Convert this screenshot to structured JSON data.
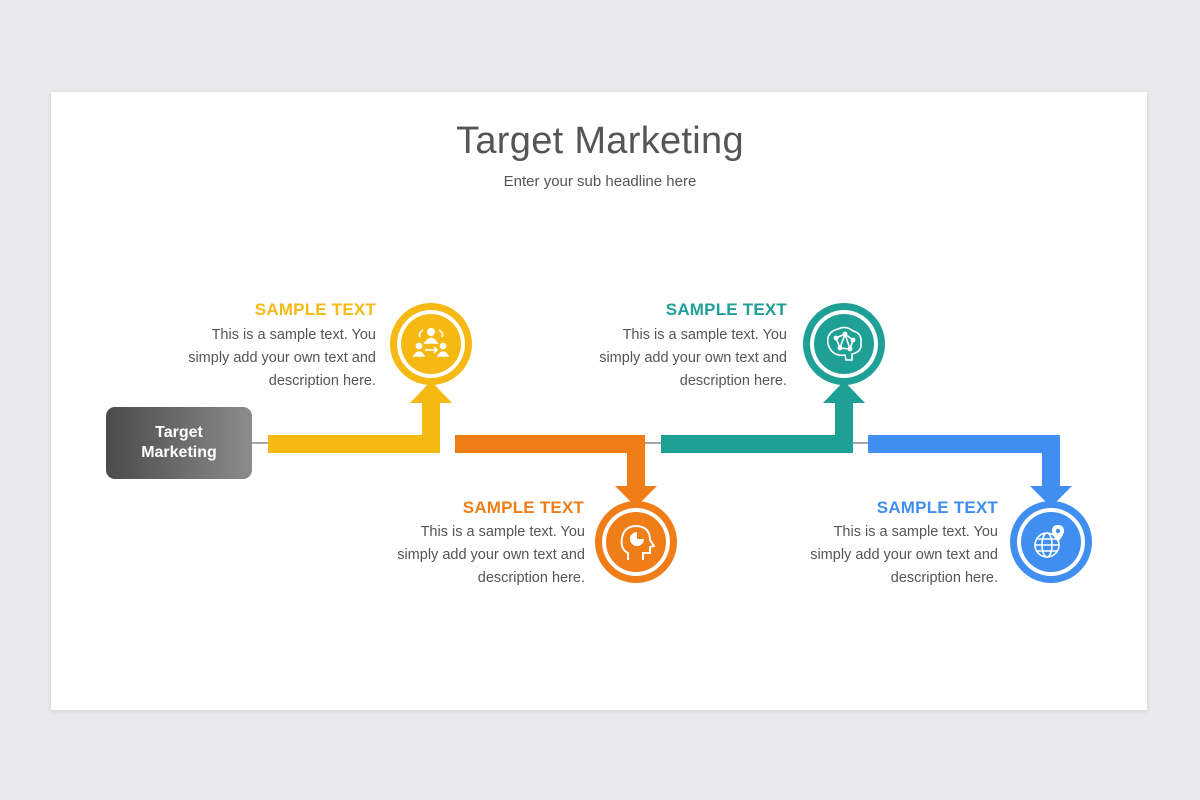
{
  "title": "Target Marketing",
  "subtitle": "Enter your sub headline here",
  "start_label": "Target Marketing",
  "steps": [
    {
      "heading": "SAMPLE TEXT",
      "description": "This is a sample text. You simply add your own text and description here.",
      "color": "#f5b912",
      "icon": "team-people-icon"
    },
    {
      "heading": "SAMPLE TEXT",
      "description": "This is a sample text. You simply add your own text and description here.",
      "color": "#ef7e18",
      "icon": "head-chart-icon"
    },
    {
      "heading": "SAMPLE TEXT",
      "description": "This is a sample text. You simply add your own text and description here.",
      "color": "#1fa096",
      "icon": "brain-network-icon"
    },
    {
      "heading": "SAMPLE TEXT",
      "description": "This is a sample text. You simply add your own text and description here.",
      "color": "#3f8ef0",
      "icon": "globe-pin-icon"
    }
  ],
  "connector_color": "#888888"
}
